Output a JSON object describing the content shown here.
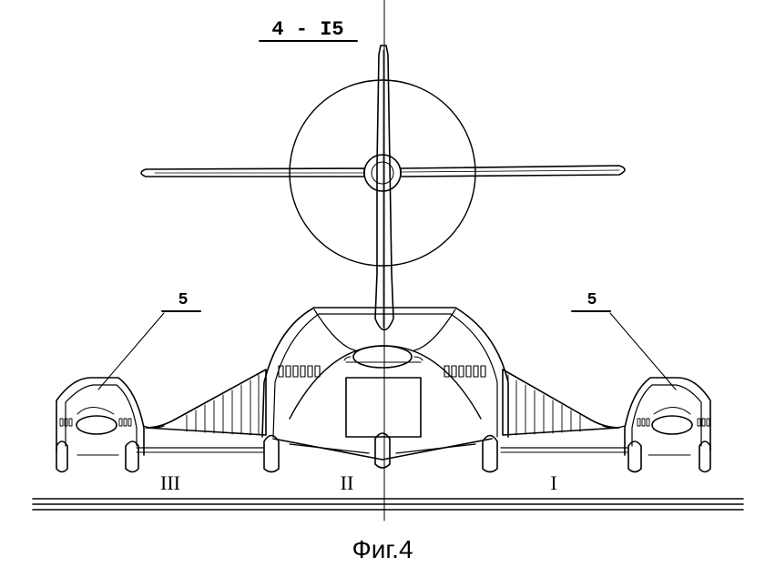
{
  "header_label": "4 - I5",
  "callout_left": "5",
  "callout_right": "5",
  "section_left": "III",
  "section_center": "II",
  "section_right": "I",
  "caption": "Фиг.4"
}
